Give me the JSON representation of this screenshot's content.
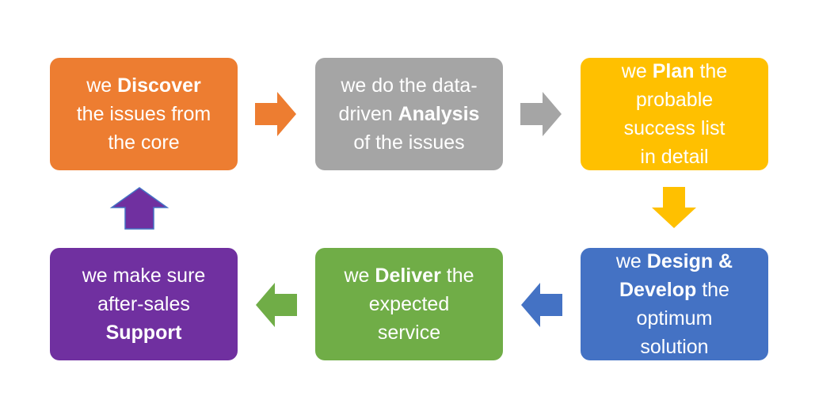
{
  "colors": {
    "discover": "#ED7D31",
    "analysis": "#A5A5A5",
    "plan": "#FFC000",
    "design": "#4472C4",
    "deliver": "#70AD47",
    "support": "#7030A0",
    "support_arrow_outline": "#4472C4"
  },
  "steps": {
    "discover": {
      "l1_pre": "we ",
      "l1_bold": "Discover",
      "l2": "the issues from",
      "l3": "the core"
    },
    "analysis": {
      "l1": "we do the data-",
      "l2_pre": "driven ",
      "l2_bold": "Analysis",
      "l3": "of the issues"
    },
    "plan": {
      "l1_pre": "we ",
      "l1_bold": "Plan",
      "l1_post": " the",
      "l2": "probable",
      "l3": "success list",
      "l4": "in detail"
    },
    "design": {
      "l1_pre": "we ",
      "l1_bold": "Design &",
      "l2_bold": "Develop",
      "l2_post": " the",
      "l3": "optimum",
      "l4": "solution"
    },
    "deliver": {
      "l1_pre": "we ",
      "l1_bold": "Deliver",
      "l1_post": " the",
      "l2": "expected",
      "l3": "service"
    },
    "support": {
      "l1": "we make sure",
      "l2": "after-sales",
      "l3_bold": "Support"
    }
  },
  "arrows": [
    {
      "name": "arrow-discover-to-analysis",
      "direction": "right",
      "color": "#ED7D31"
    },
    {
      "name": "arrow-analysis-to-plan",
      "direction": "right",
      "color": "#A5A5A5"
    },
    {
      "name": "arrow-plan-to-design",
      "direction": "down",
      "color": "#FFC000"
    },
    {
      "name": "arrow-design-to-deliver",
      "direction": "left",
      "color": "#4472C4"
    },
    {
      "name": "arrow-deliver-to-support",
      "direction": "left",
      "color": "#70AD47"
    },
    {
      "name": "arrow-support-to-discover",
      "direction": "up",
      "color": "#7030A0"
    }
  ]
}
